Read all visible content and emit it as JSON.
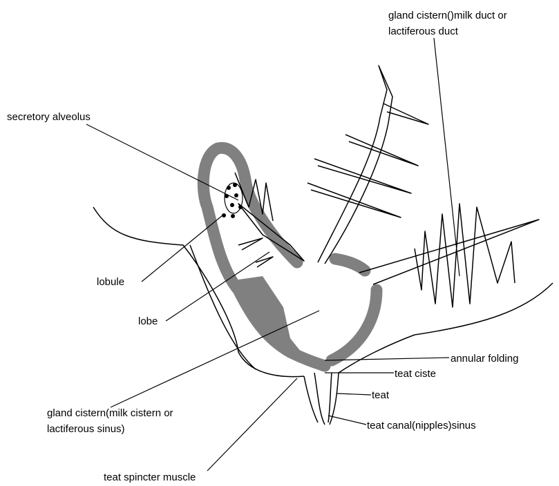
{
  "diagram": {
    "labels": {
      "gland_cistern_milk_duct_line1": "gland cistern()milk duct or",
      "gland_cistern_milk_duct_line2": "lactiferous duct",
      "secretory_alveolus": "secretory alveolus",
      "lobule": "lobule",
      "lobe": "lobe",
      "annular_folding": "annular folding",
      "teat_cistern": "teat ciste",
      "teat": "teat",
      "gland_cistern_line1": "gland cistern(milk cistern or",
      "gland_cistern_line2": "lactiferous sinus)",
      "teat_canal": "teat canal(nipples)sinus",
      "teat_sphincter": "teat spincter muscle"
    },
    "colors": {
      "tissue": "#808080",
      "line": "#000000",
      "background": "#ffffff"
    }
  }
}
